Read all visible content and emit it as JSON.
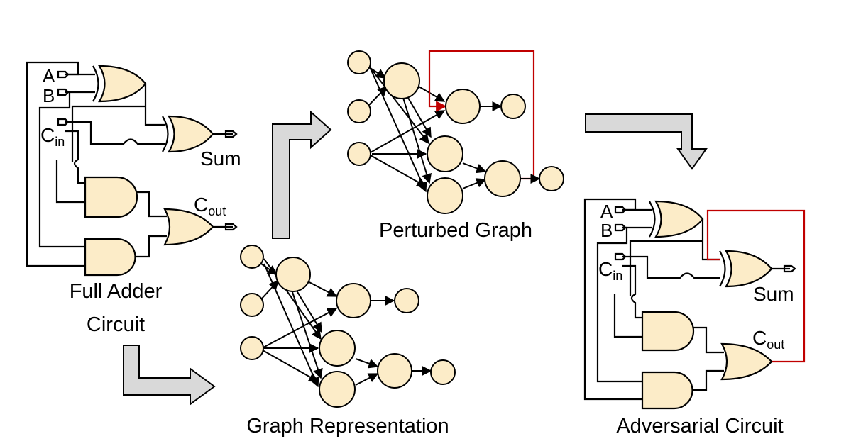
{
  "labels": {
    "full_adder_line1": "Full Adder",
    "full_adder_line2": "Circuit",
    "graph_representation": "Graph Representation",
    "perturbed_graph": "Perturbed Graph",
    "adversarial_circuit": "Adversarial Circuit"
  },
  "circuit_signals": {
    "a": "A",
    "b": "B",
    "c_main": "C",
    "c_in_sub": "in",
    "sum": "Sum",
    "c_out_sub": "out"
  },
  "colors": {
    "gate_fill": "#FCECC8",
    "node_fill": "#FCECC8",
    "perturbation_edge": "#C00000",
    "flow_arrow_fill": "#D9D9D9"
  }
}
